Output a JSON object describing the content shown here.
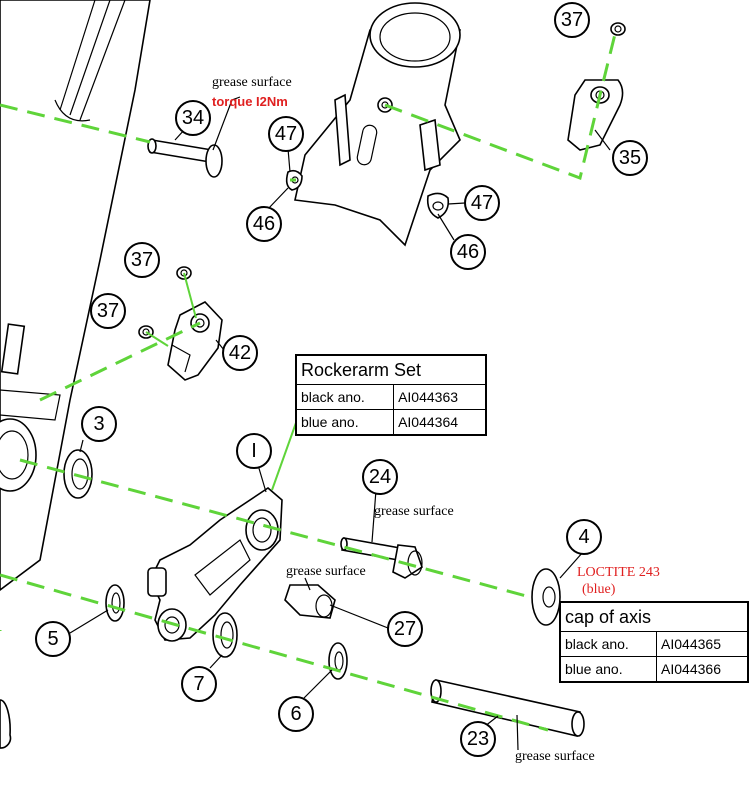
{
  "callouts": {
    "c34": "34",
    "c37a": "37",
    "c35": "35",
    "c47a": "47",
    "c46a": "46",
    "c47b": "47",
    "c46b": "46",
    "c37b": "37",
    "c37c": "37",
    "c42": "42",
    "c3": "3",
    "c1": "I",
    "c24": "24",
    "c4": "4",
    "c5": "5",
    "c27": "27",
    "c7": "7",
    "c6": "6",
    "c23": "23"
  },
  "notes": {
    "grease_34": "grease surface",
    "torque_34": "torque I2Nm",
    "grease_24": "grease surface",
    "grease_27": "grease surface",
    "grease_23": "grease surface",
    "loctite": "LOCTITE 243",
    "loctite_color": "(blue)"
  },
  "rockerarm_table": {
    "title": "Rockerarm Set",
    "rows": [
      {
        "label": "black ano.",
        "code": "AI044363"
      },
      {
        "label": "blue ano.",
        "code": "AI044364"
      }
    ]
  },
  "cap_table": {
    "title": "cap of axis",
    "rows": [
      {
        "label": "black ano.",
        "code": "AI044365"
      },
      {
        "label": "blue ano.",
        "code": "AI044366"
      }
    ]
  },
  "colors": {
    "guide_line": "#5fd43a",
    "warning_text": "#e02020"
  }
}
